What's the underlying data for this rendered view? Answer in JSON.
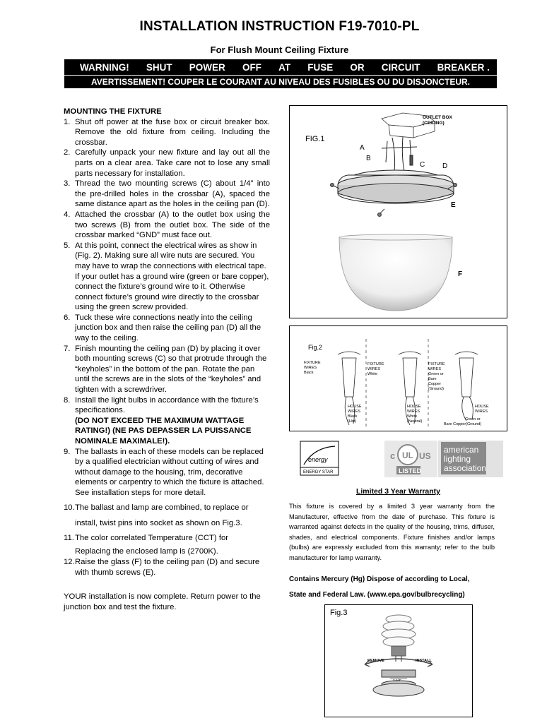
{
  "header": {
    "title": "INSTALLATION INSTRUCTION F19-7010-PL",
    "subtitle": "For Flush Mount Ceiling Fixture",
    "warning_words": [
      "WARNING!",
      "SHUT",
      "POWER",
      "OFF",
      "AT",
      "FUSE",
      "OR",
      "CIRCUIT",
      "BREAKER ."
    ],
    "warning_fr": "AVERTISSEMENT! COUPER LE COURANT AU NIVEAU DES FUSIBLES OU DU DISJONCTEUR."
  },
  "instructions": {
    "heading": "MOUNTING THE FIXTURE",
    "steps": [
      {
        "num": "1.",
        "text": "Shut off power at the fuse box or circuit breaker box. Remove the old fixture from ceiling. Including the crossbar."
      },
      {
        "num": "2.",
        "text": "Carefully unpack your new fixture and lay out all the parts on a clear area. Take care not to lose any small parts necessary for installation."
      },
      {
        "num": "3.",
        "text": "Thread the two mounting screws (C) about 1/4” into the pre-drilled holes in the crossbar (A), spaced the same distance apart as the holes in the ceiling pan (D)."
      },
      {
        "num": "4.",
        "text": "Attached the crossbar (A) to the outlet box using the two screws (B) from the outlet box. The side of the crossbar marked “GND” must face out."
      },
      {
        "num": "5.",
        "text": "At this point, connect the electrical wires as show in (Fig. 2). Making sure all wire nuts are secured. You may have to wrap the connections with electrical tape. If your outlet has a ground wire (green or bare copper), connect the fixture’s ground wire to it. Otherwise connect fixture’s ground wire directly to the crossbar using the green screw provided."
      },
      {
        "num": "6.",
        "text": "Tuck these wire connections neatly into the ceiling junction box and then raise the ceiling pan (D) all the way to the ceiling."
      },
      {
        "num": "7.",
        "text": "Finish mounting the ceiling pan (D) by placing it over both mounting screws (C) so that protrude through the “keyholes” in the bottom of the pan. Rotate the pan until the screws are in the slots of the “keyholes” and tighten with a screwdriver."
      },
      {
        "num": "8.",
        "text": "Install the light bulbs in accordance with the fixture’s specifications."
      },
      {
        "num": "9.",
        "text": "The ballasts in each of these models can be replaced by a qualified electrician without cutting of wires and without damage to the housing, trim, decorative elements or carpentry to which the fixture is attached. See installation steps for more detail."
      },
      {
        "num": "10.",
        "text": "The ballast and lamp are combined, to replace or"
      },
      {
        "num": "11.",
        "text": "The color correlated Temperature (CCT) for"
      },
      {
        "num": "12.",
        "text": "Raise the glass (F) to the ceiling pan (D) and secure with thumb screws (E)."
      }
    ],
    "step8_warning": "(DO NOT EXCEED THE MAXIMUM WATTAGE RATING!) (NE PAS DEPASSER LA PUISSANCE NOMINALE MAXIMALE!).",
    "step10_cont": "install, twist pins into socket as shown on Fig.3.",
    "step11_cont": "Replacing the enclosed lamp is (2700K).",
    "closing": "YOUR installation is now complete. Return power to the junction box and test the fixture."
  },
  "fig1": {
    "label": "FIG.1",
    "outlet_label_1": "OUTLET BOX",
    "outlet_label_2": "(CEILING)",
    "parts": [
      "A",
      "B",
      "C",
      "D",
      "E",
      "F"
    ]
  },
  "fig2": {
    "label": "Fig.2",
    "panel1_fixture": [
      "FIXTURE",
      "WIRES",
      "Black"
    ],
    "panel1_house": [
      "HOUSE",
      "WIRES",
      "Black",
      "(Hot)"
    ],
    "panel2_fixture": [
      "FIXTURE",
      "WIRES",
      "White"
    ],
    "panel2_house": [
      "HOUSE",
      "WIRES",
      "White",
      "(Neutral)"
    ],
    "panel3_fixture": [
      "FIXTURE",
      "WIRES",
      "Green or",
      "Bare",
      "Copper",
      "(Ground)"
    ],
    "panel3_house": [
      "HOUSE",
      "WIRES"
    ],
    "panel3_ground": [
      "Green or",
      "Bare Copper(Ground)"
    ]
  },
  "logos": {
    "energy_star": "ENERGY STAR",
    "ul": [
      "c",
      "UL",
      "US",
      "LISTED"
    ],
    "ala": [
      "american",
      "lighting",
      "association"
    ]
  },
  "warranty": {
    "title": "Limited 3 Year Warranty",
    "text": "This fixture is covered by a limited 3 year warranty from the Manufacturer, effective from the date of purchase. This fixture is warranted against defects in the quality of the housing, trims, diffuser, shades, and electrical components. Fixture finishes and/or lamps (bulbs) are expressly excluded from this warranty; refer to the bulb manufacturer for lamp warranty.",
    "mercury_1": "Contains Mercury (Hg) Dispose of according to Local,",
    "mercury_2": "State and Federal Law. (www.epa.gov/bulbrecycling)"
  },
  "fig3": {
    "label": "Fig.3",
    "remove": "REMOVE",
    "install": "INSTALL",
    "dimension": "2-1/4\""
  }
}
